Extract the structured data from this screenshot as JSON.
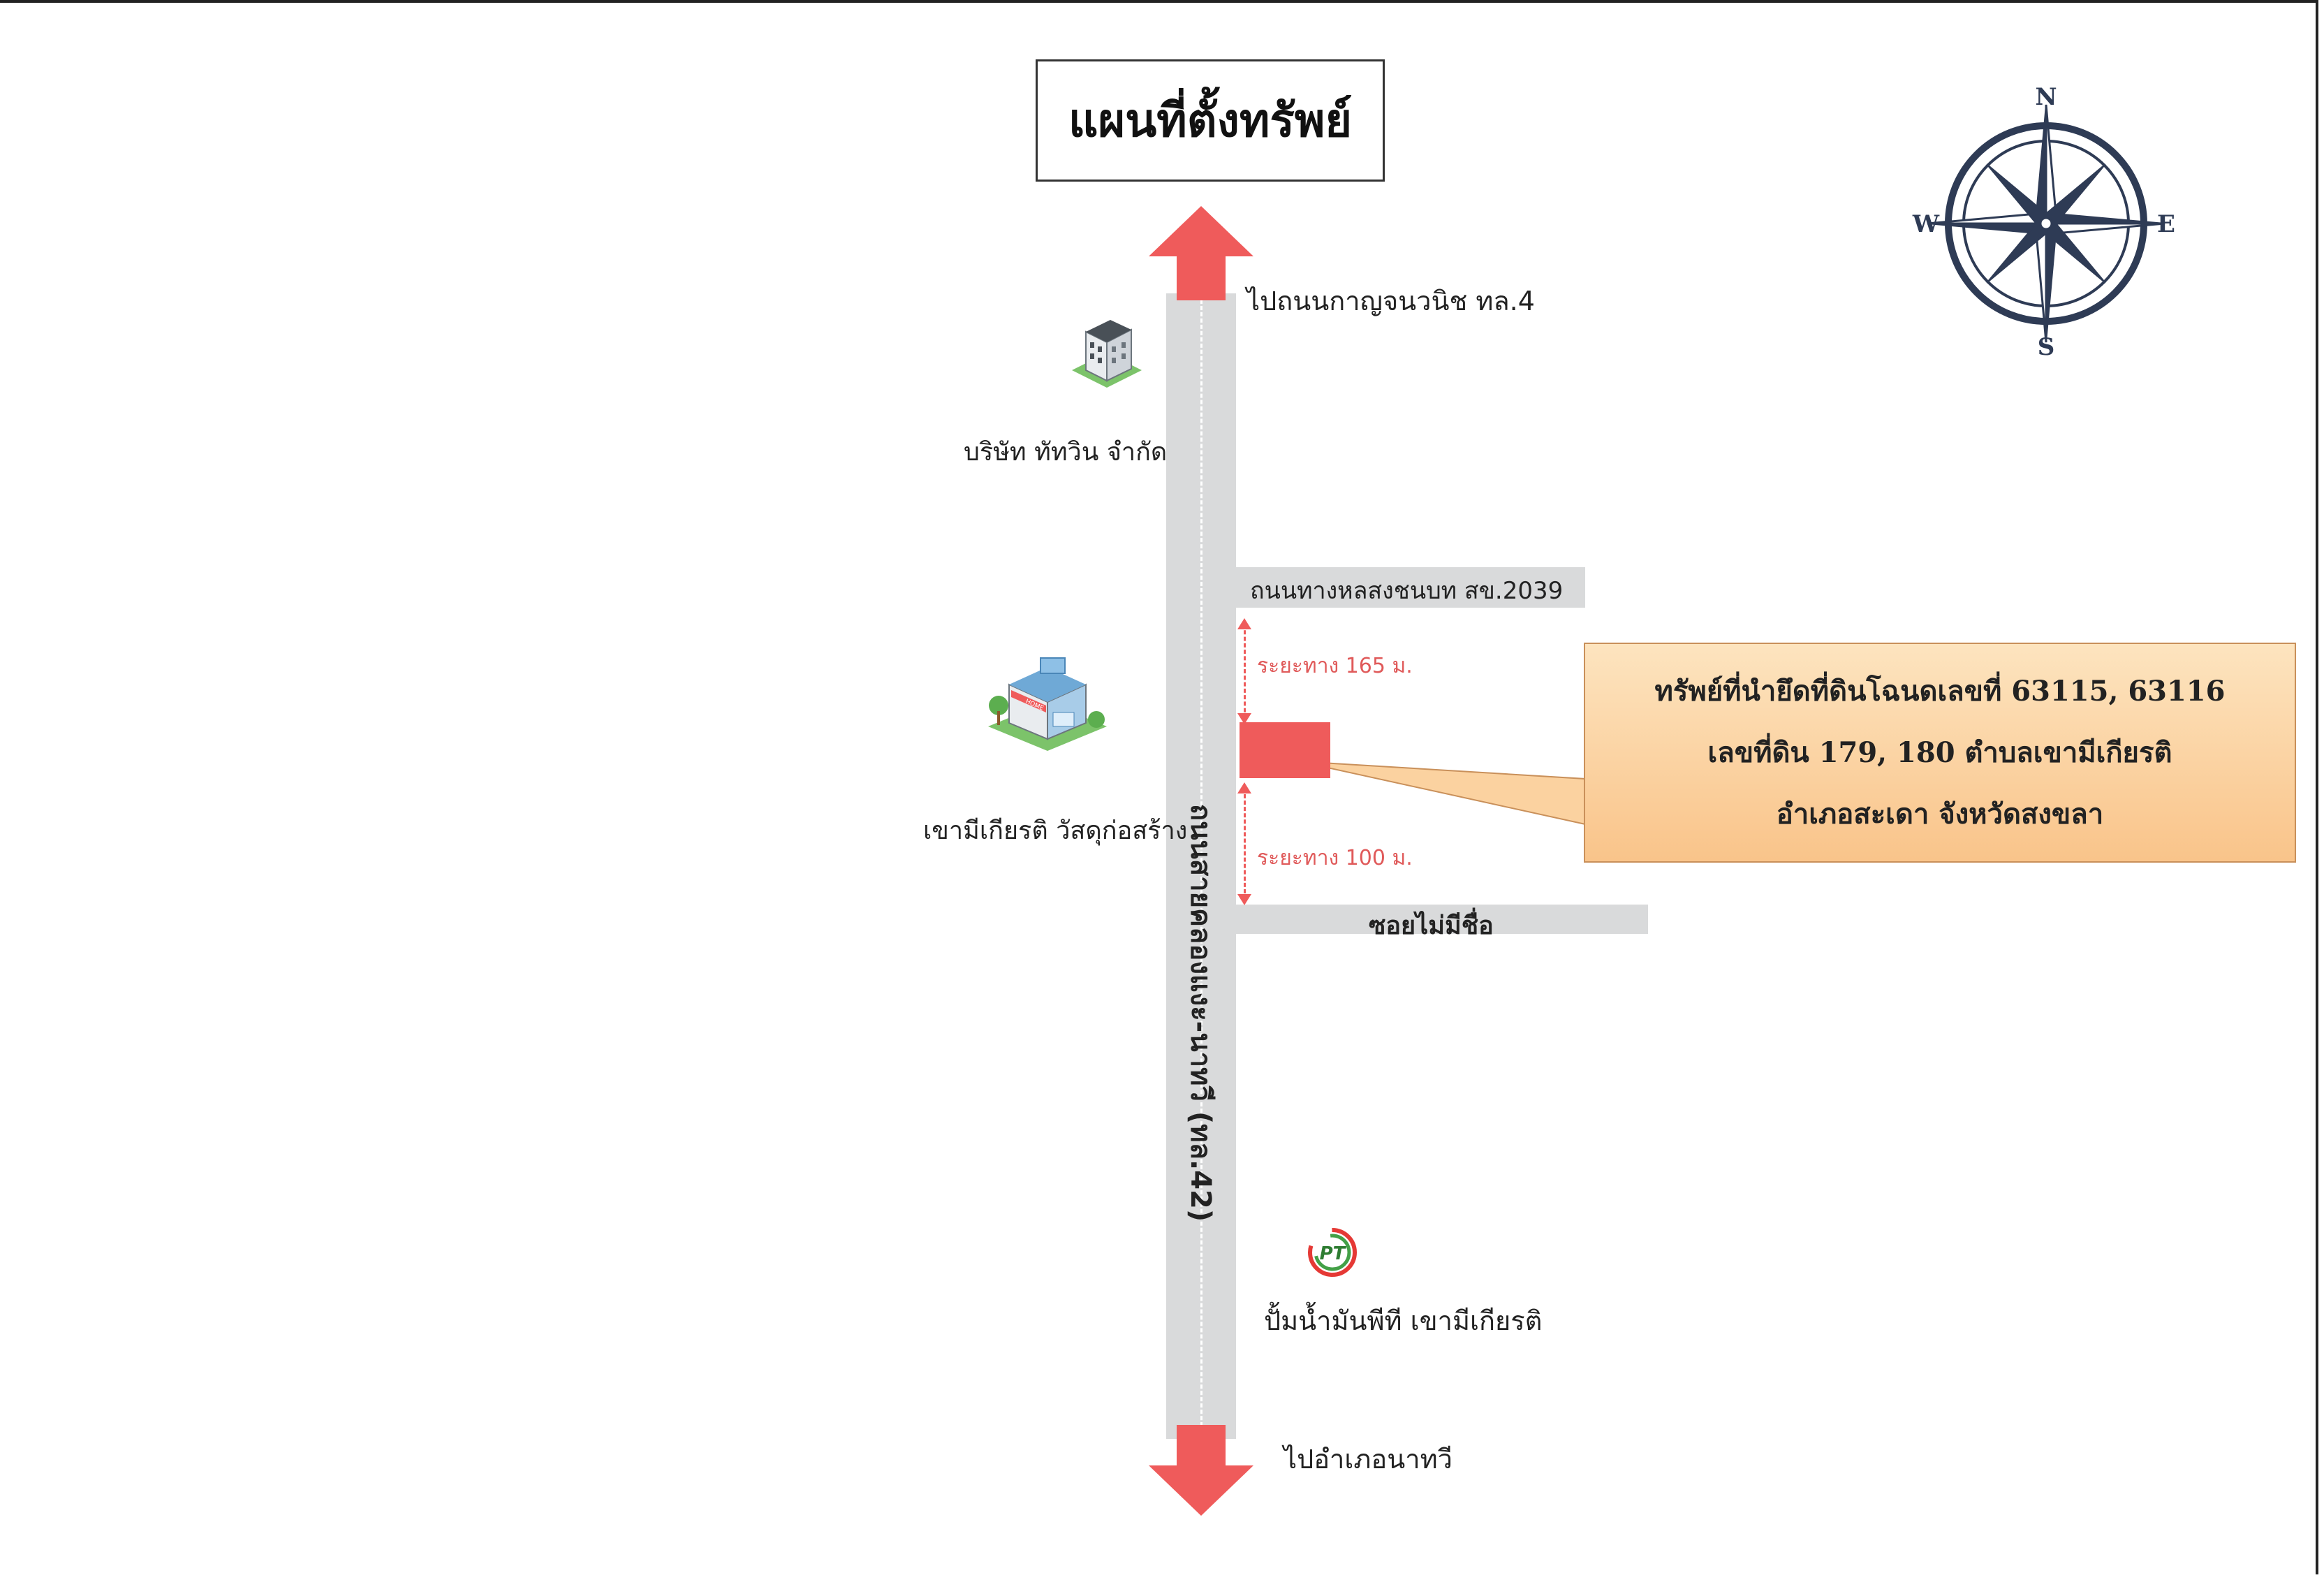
{
  "title": "แผนที่ตั้งทรัพย์",
  "labels": {
    "north_destination": "ไปถนนกาญจนวนิช ทล.4",
    "south_destination": "ไปอำเภอนาทวี",
    "company": "บริษัท ทัทวิน จำกัด",
    "store": "เขามีเกียรติ วัสดุก่อสร้าง",
    "gas_station": "ปั้มน้ำมันพีที เขามีเกียรติ",
    "side_road_1": "ถนนทางหลสงชนบท สข.2039",
    "side_road_2": "ซอยไม่มีชื่อ",
    "main_road": "ถนนสายคลองแงะ-นาทวี (ทล.42)",
    "distance_top": "ระยะทาง 165 ม.",
    "distance_bottom": "ระยะทาง 100 ม."
  },
  "callout": {
    "line1": "ทรัพย์ที่นำยึดที่ดินโฉนดเลขที่ 63115, 63116",
    "line2": "เลขที่ดิน 179, 180 ตำบลเขามีเกียรติ",
    "line3": "อำเภอสะเดา จังหวัดสงขลา"
  },
  "compass": {
    "n": "N",
    "s": "S",
    "e": "E",
    "w": "W"
  },
  "icons": {
    "gas_logo": "PT",
    "store_sign": "HOME"
  },
  "colors": {
    "road": "#d9dadb",
    "arrow": "#ef5b5b",
    "property": "#ef5b5b",
    "callout_top": "#fde4bf",
    "callout_bottom": "#f9c48a",
    "compass": "#2e3b55"
  }
}
